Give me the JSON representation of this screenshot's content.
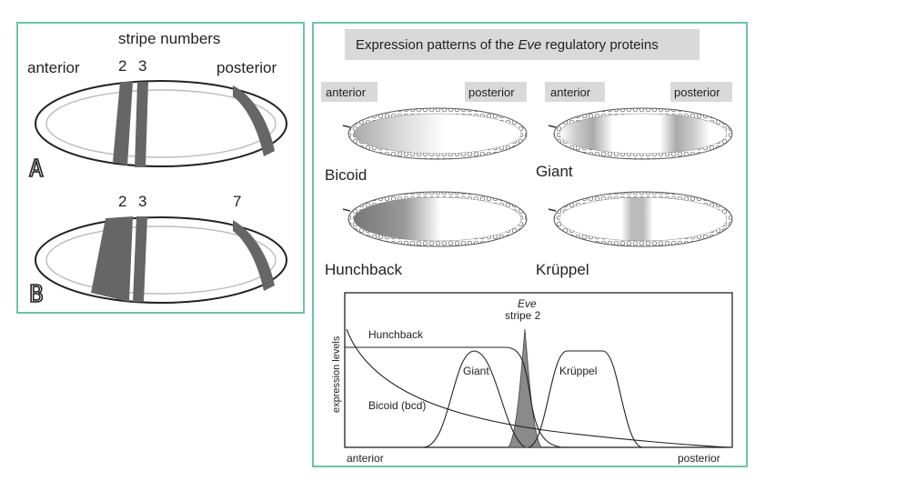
{
  "left_panel": {
    "header": "stripe numbers",
    "anterior": "anterior",
    "posterior": "posterior",
    "embryo_a": {
      "letter": "A",
      "stripe_2": "2",
      "stripe_3": "3"
    },
    "embryo_b": {
      "letter": "B",
      "stripe_2": "2",
      "stripe_3": "3",
      "stripe_7": "7"
    }
  },
  "right_panel": {
    "title_prefix": "Expression patterns of the ",
    "title_italic": "Eve",
    "title_suffix": " regulatory proteins",
    "labels": {
      "anterior_1": "anterior",
      "posterior_1": "posterior",
      "anterior_2": "anterior",
      "posterior_2": "posterior"
    },
    "embryos": {
      "bicoid": "Bicoid",
      "giant": "Giant",
      "hunchback": "Hunchback",
      "kruppel": "Krüppel"
    },
    "graph": {
      "ylabel": "expression levels",
      "xlabel_left": "anterior",
      "xlabel_right": "posterior",
      "eve_line1": "Eve",
      "eve_line2": "stripe 2",
      "hunchback": "Hunchback",
      "giant": "Giant",
      "kruppel": "Krüppel",
      "bicoid": "Bicoid (bcd)"
    }
  },
  "colors": {
    "border": "#6cc4a8",
    "stripe": "#666666",
    "title_box": "#d9d9d9"
  }
}
